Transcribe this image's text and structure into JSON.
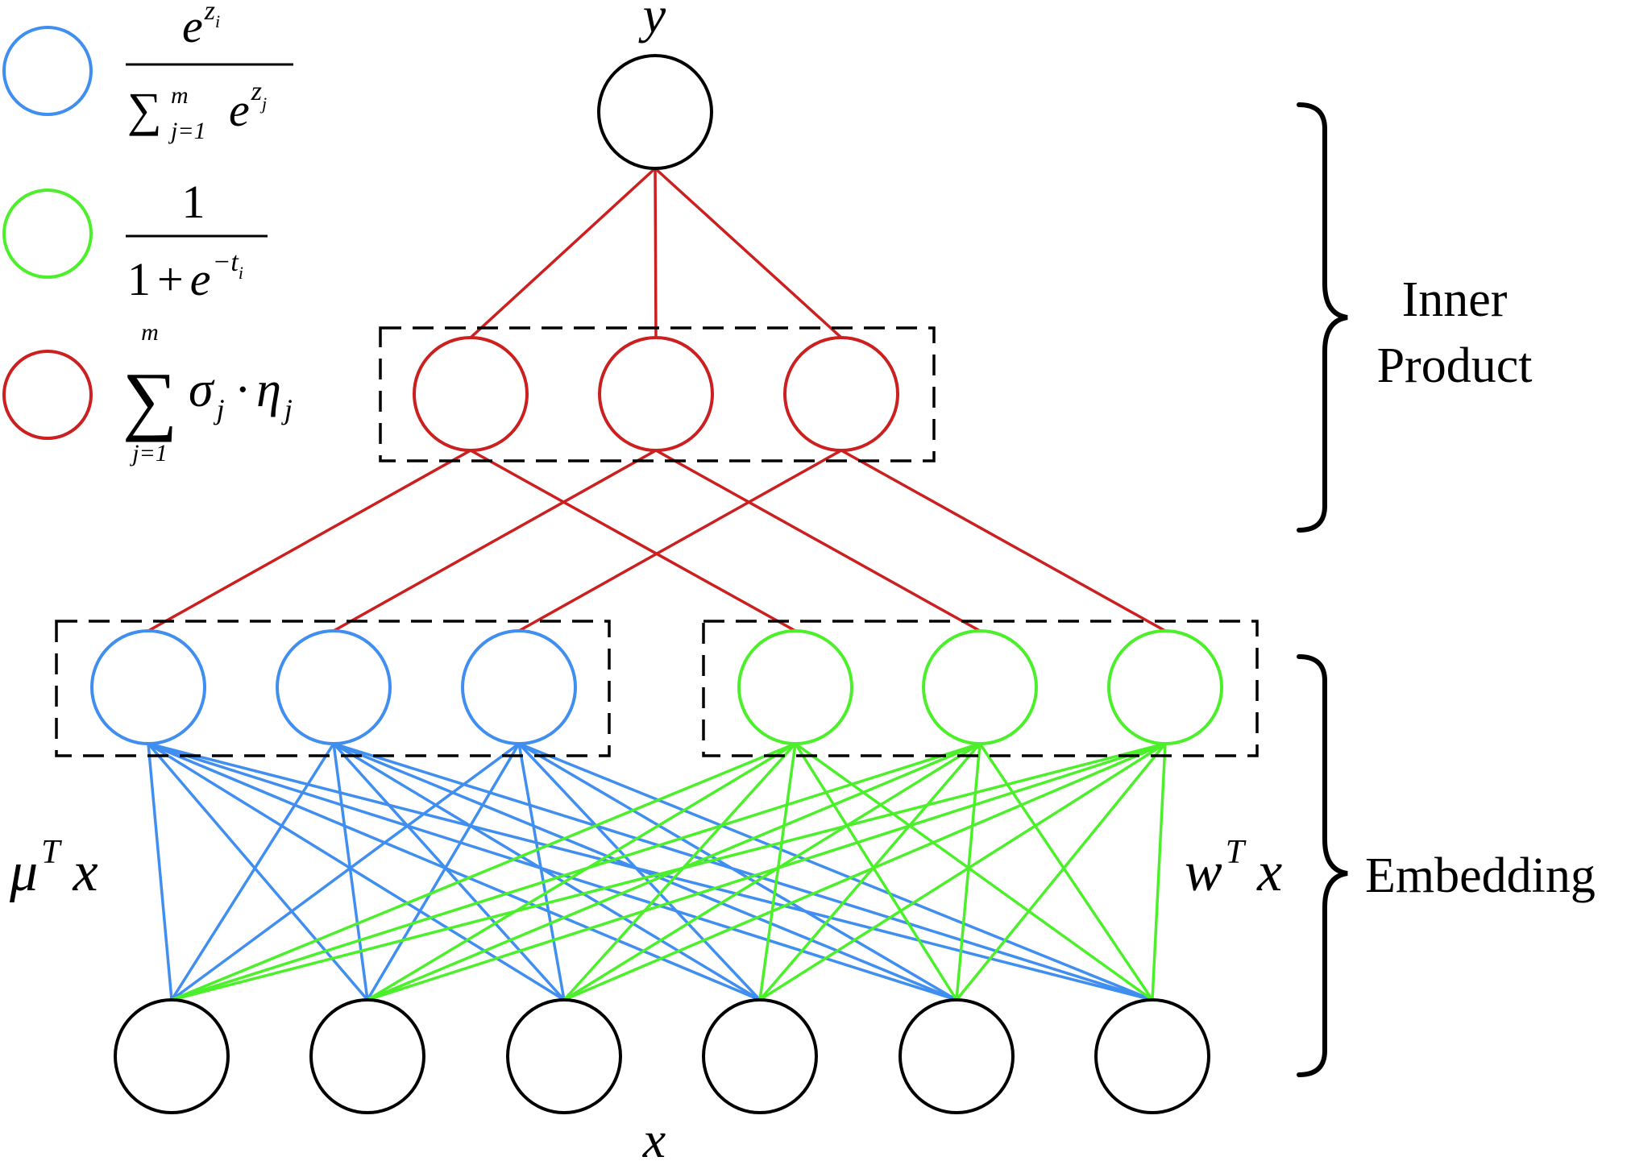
{
  "colors": {
    "blue": "#3f8ef0",
    "green": "#4cf02a",
    "red": "#cc1f1f",
    "black": "#000000"
  },
  "labels": {
    "output": "y",
    "input": "x",
    "mu_base": "μ",
    "mu_sup": "T",
    "mu_var": "x",
    "w_base": "w",
    "w_sup": "T",
    "w_var": "x",
    "inner_line1": "Inner",
    "inner_line2": "Product",
    "embedding": "Embedding"
  },
  "legend": {
    "blue": {
      "num_base": "e",
      "num_sup": "z",
      "num_sub": "i",
      "den_sum": "∑",
      "den_sum_top": "m",
      "den_sum_bottom": "j=1",
      "den_base": "e",
      "den_sup": "z",
      "den_sub": "j"
    },
    "green": {
      "num": "1",
      "den_one": "1",
      "den_plus": "+",
      "den_base": "e",
      "den_sup": "−t",
      "den_sub": "i"
    },
    "red": {
      "sum": "∑",
      "sum_top": "m",
      "sum_bottom": "j=1",
      "sigma": "σ",
      "sigma_sub": "j",
      "dot": "·",
      "eta": "η",
      "eta_sub": "j"
    }
  },
  "network": {
    "layers": [
      {
        "name": "output",
        "count": 1
      },
      {
        "name": "inner-product",
        "count": 3
      },
      {
        "name": "embedding-blue",
        "count": 3
      },
      {
        "name": "embedding-green",
        "count": 3
      },
      {
        "name": "input",
        "count": 6
      }
    ]
  }
}
